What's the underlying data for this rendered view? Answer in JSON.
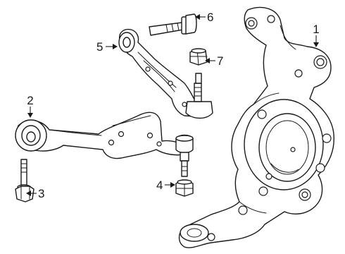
{
  "callouts": [
    {
      "id": "1",
      "label": "1",
      "part": "steering-knuckle"
    },
    {
      "id": "2",
      "label": "2",
      "part": "lower-control-arm"
    },
    {
      "id": "3",
      "label": "3",
      "part": "lower-arm-bolt"
    },
    {
      "id": "4",
      "label": "4",
      "part": "lower-ball-joint-nut"
    },
    {
      "id": "5",
      "label": "5",
      "part": "upper-control-arm"
    },
    {
      "id": "6",
      "label": "6",
      "part": "upper-arm-bolt"
    },
    {
      "id": "7",
      "label": "7",
      "part": "upper-ball-joint-nut"
    }
  ],
  "colors": {
    "line": "#1a1a1a",
    "background": "#ffffff"
  }
}
